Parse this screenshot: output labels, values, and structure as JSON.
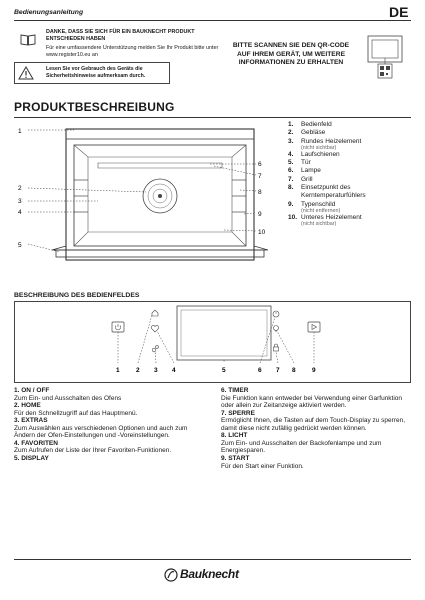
{
  "header": {
    "title": "Bedienungsanleitung",
    "language": "DE"
  },
  "intro": {
    "thanks_title": "DANKE, DASS SIE SICH FÜR EIN BAUKNECHT PRODUKT ENTSCHIEDEN HABEN",
    "thanks_body": "Für eine umfassendere Unterstützung melden Sie Ihr Produkt bitte unter www.register10.eu an",
    "qr_text": "BITTE SCANNEN SIE DEN QR-CODE AUF IHREM GERÄT, UM WEITERE INFORMATIONEN ZU ERHALTEN",
    "warning": "Lesen Sie vor Gebrauch des Geräts die Sicherheitshinweise aufmerksam durch."
  },
  "product": {
    "section_title": "PRODUKTBESCHREIBUNG",
    "callouts_left": [
      "1",
      "2",
      "3",
      "4",
      "5"
    ],
    "callouts_right": [
      "6",
      "7",
      "8",
      "9",
      "10"
    ],
    "parts": [
      {
        "num": "1.",
        "label": "Bedienfeld",
        "note": ""
      },
      {
        "num": "2.",
        "label": "Gebläse",
        "note": ""
      },
      {
        "num": "3.",
        "label": "Rundes Heizelement",
        "note": "(nicht sichtbar)"
      },
      {
        "num": "4.",
        "label": "Laufschienen",
        "note": ""
      },
      {
        "num": "5.",
        "label": "Tür",
        "note": ""
      },
      {
        "num": "6.",
        "label": "Lampe",
        "note": ""
      },
      {
        "num": "7.",
        "label": "Grill",
        "note": ""
      },
      {
        "num": "8.",
        "label": "Einsetzpunkt des Kerntemperaturfühlers",
        "note": ""
      },
      {
        "num": "9.",
        "label": "Typenschild",
        "note": "(nicht entfernen)"
      },
      {
        "num": "10.",
        "label": "Unteres Heizelement",
        "note": "(nicht sichtbar)"
      }
    ]
  },
  "control_panel": {
    "title": "BESCHREIBUNG DES BEDIENFELDES",
    "labels": [
      "1",
      "2",
      "3",
      "4",
      "5",
      "6",
      "7",
      "8",
      "9"
    ]
  },
  "descriptions_left": [
    {
      "head": "1. ON / OFF",
      "body": "Zum Ein- und Ausschalten des Ofens"
    },
    {
      "head": "2. HOME",
      "body": "Für den Schnellzugriff auf das Hauptmenü."
    },
    {
      "head": "3. EXTRAS",
      "body": "Zum Auswählen aus verschiedenen Optionen und auch zum Ändern der Ofen-Einstellungen und -Voreinstellungen."
    },
    {
      "head": "4. FAVORITEN",
      "body": "Zum Aufrufen der Liste der Ihrer Favoriten-Funktionen."
    },
    {
      "head": "5. DISPLAY",
      "body": ""
    }
  ],
  "descriptions_right": [
    {
      "head": "6. TIMER",
      "body": "Die Funktion kann entweder bei Verwendung einer Garfunktion oder allein zur Zeitanzeige aktiviert werden."
    },
    {
      "head": "7. SPERRE",
      "body": "Ermöglicht Ihnen, die Tasten auf dem Touch-Display zu sperren, damit diese nicht zufällig gedrückt werden können."
    },
    {
      "head": "8. LICHT",
      "body": "Zum Ein- und Ausschalten der Backofenlampe und zum Energiesparen."
    },
    {
      "head": "9. START",
      "body": "Für den Start einer Funktion."
    }
  ],
  "footer": {
    "brand": "Bauknecht"
  }
}
